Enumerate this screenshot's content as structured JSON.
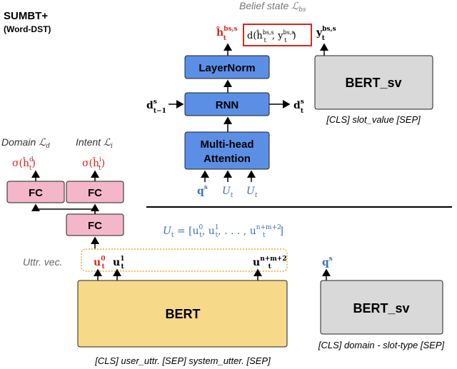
{
  "title": {
    "line1": "SUMBT+",
    "line2": "(Word-DST)"
  },
  "top": {
    "belief_state_label": "Belief state",
    "belief_state_symbol": "ℒ",
    "belief_state_sub": "bs",
    "h_hat_label": "ĥ",
    "h_hat_sup": "bs,s",
    "h_hat_sub": "t",
    "distance_label": "d(ĥ",
    "distance_sup1": "bs,s",
    "distance_sub1": "t",
    "distance_mid": ", y",
    "distance_sup2": "bs,s",
    "distance_sub2": "t",
    "distance_end": ")",
    "y_label": "y",
    "y_sup": "bs,s",
    "y_sub": "t",
    "layernorm": "LayerNorm",
    "rnn": "RNN",
    "mha_line1": "Multi-head",
    "mha_line2": "Attention",
    "d_in": "d",
    "d_in_sup": "s",
    "d_in_sub": "t−1",
    "d_out": "d",
    "d_out_sup": "s",
    "d_out_sub": "t",
    "q_label": "q",
    "q_sup": "s",
    "U1": "U",
    "U1_sub": "t",
    "U2": "U",
    "U2_sub": "t",
    "bert_sv_top": "BERT_sv",
    "bert_sv_top_caption": "[CLS] slot_value [SEP]"
  },
  "left": {
    "domain_label": "Domain",
    "domain_symbol": "ℒ",
    "domain_sub": "d",
    "intent_label": "Intent",
    "intent_symbol": "ℒ",
    "intent_sub": "i",
    "sigma_d": "σ(ĥ",
    "sigma_d_sup": "d",
    "sigma_d_sub": "t",
    "sigma_i": "σ(ĥ",
    "sigma_i_sup": "i",
    "sigma_i_sub": "t",
    "paren": ")",
    "fc1": "FC",
    "fc2": "FC",
    "fc3": "FC"
  },
  "bottom": {
    "U_eq": "U",
    "U_eq_sub": "t",
    "U_eq_rest": " = [u",
    "u0_sup": "0",
    "u0_sub": "t",
    "comma1": ", u",
    "u1_sup": "1",
    "u1_sub": "t",
    "dots": ", . . . , u",
    "un_sup": "n+m+2",
    "un_sub": "t",
    "close": "]",
    "uttr_vec": "Uttr. vec.",
    "u_label": "u",
    "u0": "0",
    "u1": "1",
    "un": "n+m+2",
    "t": "t",
    "q_label": "q",
    "q_sup": "s",
    "bert": "BERT",
    "bert_caption": "[CLS] user_uttr. [SEP] system_utter. [SEP]",
    "bert_sv": "BERT_sv",
    "bert_sv_caption": "[CLS] domain - slot-type [SEP]"
  },
  "colors": {
    "blue_box": "#5b8fe6",
    "gray_box": "#d9d9d9",
    "pink_box": "#f4b7c9",
    "yellow_box": "#f7d98a",
    "red": "#d7261e",
    "blue_text": "#3b72b8",
    "orange_dots": "#f0a830"
  }
}
